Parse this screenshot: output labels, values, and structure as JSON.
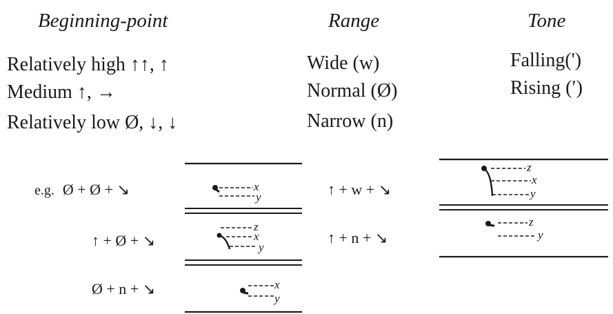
{
  "headers": {
    "beginning_point": "Beginning-point",
    "range": "Range",
    "tone": "Tone"
  },
  "beginning_point": {
    "high": "Relatively high ↑↑, ↑",
    "medium": "Medium ↑, →",
    "low": "Relatively low Ø, ↓, ↓"
  },
  "range": {
    "wide": "Wide (w)",
    "normal": "Normal (Ø)",
    "narrow": "Narrow (n)"
  },
  "tone": {
    "falling": "Falling(')",
    "rising": "Rising (′)"
  },
  "examples": {
    "eg_label": "e.g.",
    "f1": "Ø + Ø + ↘",
    "f2": "↑ + Ø + ↘",
    "f3": "Ø + n + ↘",
    "f4": "↑ + w + ↘",
    "f5": "↑ + n + ↘"
  },
  "diagram_labels": {
    "x": "x",
    "y": "y",
    "z": "z"
  }
}
